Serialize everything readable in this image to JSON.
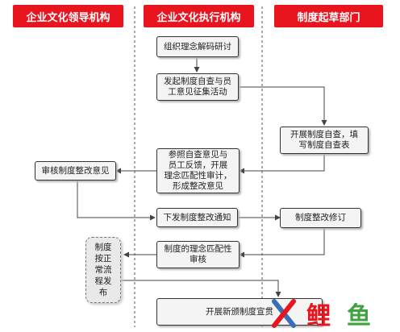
{
  "headers": {
    "leadership": "企业文化领导机构",
    "execution": "企业文化执行机构",
    "drafting": "制度起草部门"
  },
  "nodes": {
    "n1": "组织理念解码研讨",
    "n2": "发起制度自查与员\n工意见征集活动",
    "n3": "开展制度自查，填\n写制度自查表",
    "n4": "参照自查意见与\n员工反馈，开展\n理念匹配性审计，\n形成整改意见",
    "n5": "审核制度整改意见",
    "n6": "下发制度整改通知",
    "n7": "制度整改修订",
    "n8": "制度的理念匹配性\n审核",
    "n9": "制度\n按正\n常流\n程发\n布",
    "n10": "开展新颁制度宣贯"
  },
  "watermark": "X 鲤 鱼",
  "colors": {
    "header": "#e8141e",
    "watermark_blue": "#3a6fb5",
    "watermark_red": "#e8141e",
    "watermark_green": "#41a33f"
  }
}
